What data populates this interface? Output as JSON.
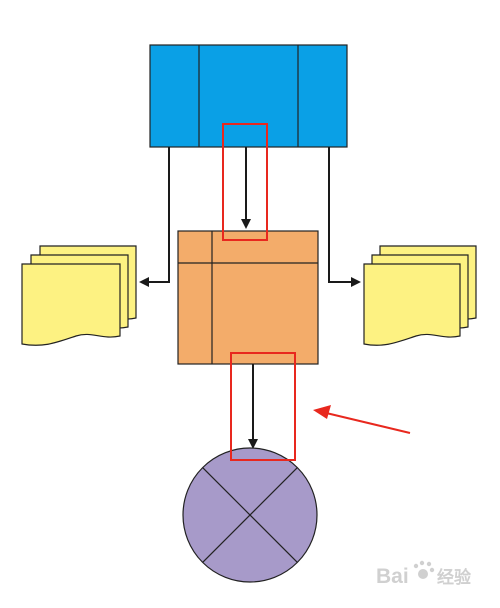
{
  "colors": {
    "background": "#ffffff",
    "process_block": "#0aa0e6",
    "data_store": "#f3ac6a",
    "document": "#fdf282",
    "connector": "#a79ac9",
    "arrow": "#1a1a1a",
    "highlight": "#e8281e",
    "outline": "#222222",
    "watermark": "#c8c8c8"
  },
  "shapes": {
    "top_block": {
      "kind": "process",
      "icon": "rectangle-3-column"
    },
    "center_block": {
      "kind": "internal-storage",
      "icon": "square-grid"
    },
    "left_document": {
      "kind": "multi-document",
      "icon": "document-stack"
    },
    "right_document": {
      "kind": "multi-document",
      "icon": "document-stack"
    },
    "bottom_connector": {
      "kind": "summing-junction",
      "icon": "circle-x"
    }
  },
  "annotations": {
    "highlight_boxes": 2,
    "pointer": "red-arrow"
  },
  "watermark": {
    "text": "Bai",
    "sub_text": "经验",
    "icon": "paw-icon"
  }
}
